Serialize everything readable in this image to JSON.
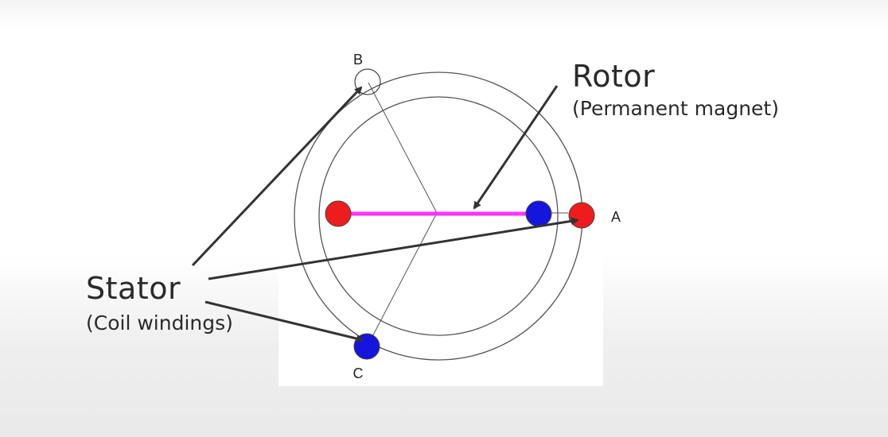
{
  "labels": {
    "rotor_title": "Rotor",
    "rotor_subtitle": "(Permanent magnet)",
    "stator_title": "Stator",
    "stator_subtitle": "(Coil windings)",
    "phase_a": "A",
    "phase_b": "B",
    "phase_c": "C"
  },
  "colors": {
    "north_pole": "#ee1c1c",
    "south_pole": "#1515dd",
    "magnet_bar": "#ff33ff",
    "outline": "#333333",
    "arrow": "#333333",
    "text": "#2a2a2a"
  }
}
